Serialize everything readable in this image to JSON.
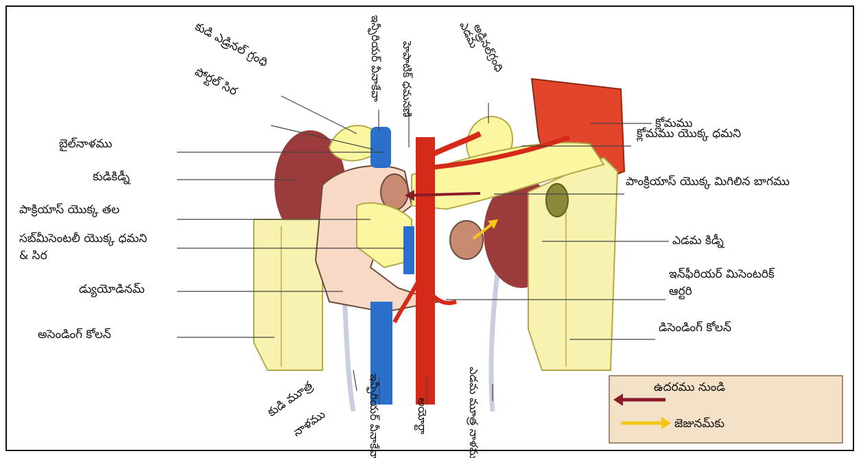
{
  "labels": {
    "right_adrenal_gland": "కుడి ఎడ్రినల్ గ్రంధి",
    "portal_vein": "పోర్టల్ సిర",
    "bile_duct": "బైల్‌నాళము",
    "right_kidney": "కుడికిడ్నీ",
    "head_of_pancreas": "పాక్రియాస్ యొక్క తల",
    "sup_mesenteric_line1": "సబ్‌మీసెంటలీ యొక్క ధమని",
    "sup_mesenteric_line2": "& సిర",
    "duodenum": "డ్యుయోడినమ్",
    "ascending_colon": "అసెండింగ్ కోలన్",
    "ivc_top": "ఇన్ఫీరియర్ వీనాకేవా",
    "hepatic_artery": "హెపాటిక్ ధమనణి",
    "left_adrenal_line1": "ఎడమ",
    "left_adrenal_line2": "అడ్రినల్",
    "left_adrenal_line3": "గ్రంధి",
    "spleen": "క్లోమము",
    "splenic_artery": "క్లోమము యొక్క ధమని",
    "pancreas_body": "పాంక్రియాస్ యొక్క మిగిలిన బాగము",
    "left_kidney": "ఎడమ కిడ్నీ",
    "inf_mesenteric_line1": "ఇన్‌ఫీరియర్ మిసెంటరిక్",
    "inf_mesenteric_line2": "ఆర్టరి",
    "descending_colon": "డిసెండింగ్ కోలన్",
    "right_ureter_line1": "కుడి మూత్ర",
    "right_ureter_line2": "నాళము",
    "ivc_bottom": "ఇన్ఫీరియర్ వీనాకేవా",
    "aorta": "అయోర్టా",
    "left_ureter": "ఎడమ మూత్ర నాళము"
  },
  "legend": {
    "from_stomach": "ఉదరము నుండి",
    "to_jejunum": "జెజునమ్‌కు",
    "from_stomach_color": "#8b1a2a",
    "to_jejunum_color": "#f5c518"
  },
  "colors": {
    "kidney": "#9c3b3b",
    "pancreas": "#fbf7a0",
    "colon": "#f7f2b0",
    "duodenum": "#f7d9c6",
    "artery": "#d52a1a",
    "vein": "#2a6fc9",
    "spleen": "#e2452a",
    "legend_bg": "#f3e2c8"
  }
}
